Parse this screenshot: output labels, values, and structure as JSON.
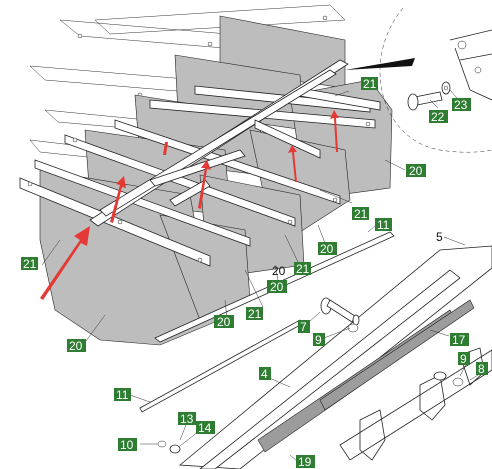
{
  "callouts": {
    "c21a": "21",
    "c21b": "21",
    "c21c": "21",
    "c21d": "21",
    "c21e": "21",
    "c20a": "20",
    "c20b": "20",
    "c20c": "20",
    "c20d": "20",
    "c20e": "20",
    "c11a": "11",
    "c11b": "11",
    "c5": "5",
    "c4": "4",
    "c7": "7",
    "c9a": "9",
    "c9b": "9",
    "c8": "8",
    "c17": "17",
    "c13": "13",
    "c14": "14",
    "c10": "10",
    "c19": "19",
    "c22": "22",
    "c23": "23"
  },
  "colors": {
    "callout_background": "#2e7d32",
    "arrow": "#e53935",
    "plate_fill": "#bdbdbd"
  }
}
